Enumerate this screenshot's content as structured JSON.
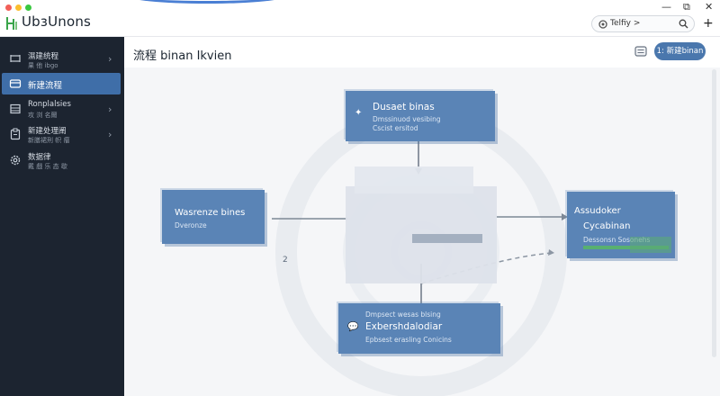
{
  "app": {
    "title": "UbзUnons",
    "search": {
      "text": "Telfiy >"
    }
  },
  "sidebar": {
    "items": [
      {
        "title": "濕建统程",
        "sub": "果 他 ibgo"
      },
      {
        "title": "新建流程"
      },
      {
        "title": "Ronplalsies",
        "sub": "攻 浏 名爾"
      },
      {
        "title": "新建处理阐",
        "sub": "新膳裙刑 帜 瘤"
      },
      {
        "title": "数据律",
        "sub": "戴 戲 乐 态 歇"
      }
    ]
  },
  "main": {
    "title": "流程 binan Ikvien",
    "primary_button": "1: 新建binan"
  },
  "flow": {
    "top": {
      "title": "Dusaet binas",
      "line1": "Dmssinuod vesibing",
      "line2": "Cscist ersitod"
    },
    "left": {
      "title": "Wasrenze bines",
      "sub": "Dveronze"
    },
    "right": {
      "title": "Assudoker",
      "line1": "Cycabinan",
      "line2": "Dessonsn Sosonehs"
    },
    "bottom": {
      "head": "Dmpsect wesas blsing",
      "title": "Exbershdalodiar",
      "sub": "Epbsest erasling Conicins"
    },
    "side_mark": "2"
  },
  "colors": {
    "sidebar_bg": "#1c2430",
    "accent": "#4a77ad",
    "node": "#5a84b6",
    "progress": "#58b070"
  }
}
